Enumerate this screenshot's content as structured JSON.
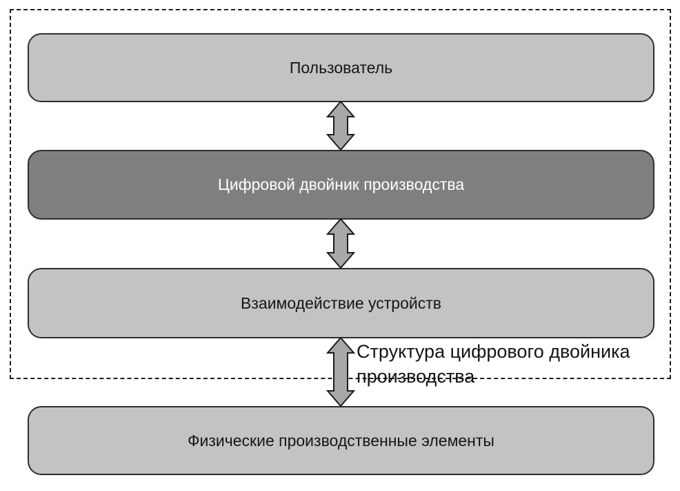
{
  "diagram": {
    "title_hint": "Структура цифрового двойника производства",
    "boxes": [
      {
        "id": "user",
        "label": "Пользователь",
        "variant": "light"
      },
      {
        "id": "twin",
        "label": "Цифровой двойник производства",
        "variant": "dark"
      },
      {
        "id": "interaction",
        "label": "Взаимодействие устройств",
        "variant": "light"
      },
      {
        "id": "physical",
        "label": "Физические производственные элементы",
        "variant": "light"
      }
    ],
    "connectors": [
      {
        "from": "user",
        "to": "twin",
        "type": "double-arrow"
      },
      {
        "from": "twin",
        "to": "interaction",
        "type": "double-arrow"
      },
      {
        "from": "interaction",
        "to": "physical",
        "type": "double-arrow",
        "label": "Структура цифрового двойника производства"
      }
    ],
    "connector_label": "Структура цифрового двойника производства",
    "colors": {
      "box_light_fill": "#c3c3c3",
      "box_dark_fill": "#7f7f7f",
      "box_border": "#2e2e2e",
      "arrow_fill": "#a8a8a8",
      "arrow_stroke": "#1c1c1c",
      "frame_border": "#1c1c1c",
      "text_dark": "#161616",
      "text_on_dark": "#ffffff",
      "background": "#ffffff"
    }
  }
}
